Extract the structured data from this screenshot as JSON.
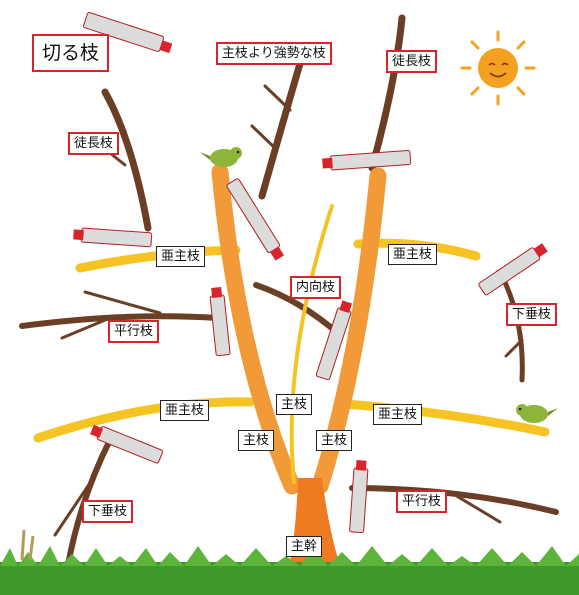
{
  "title": "切る枝",
  "labels": {
    "strong_branch": "主枝より強勢な枝",
    "water_sprout_top": "徒長枝",
    "water_sprout_left": "徒長枝",
    "sub_main_left_top": "亜主枝",
    "sub_main_right_top": "亜主枝",
    "sub_main_left_bottom": "亜主枝",
    "sub_main_right_bottom": "亜主枝",
    "inward_branch": "内向枝",
    "parallel_left": "平行枝",
    "parallel_right": "平行枝",
    "hanging_right": "下垂枝",
    "hanging_left": "下垂枝",
    "main_center": "主枝",
    "main_left": "主枝",
    "main_right": "主枝",
    "trunk": "主幹"
  },
  "legend": {
    "cut_border_color": "#d8252b",
    "keep_border_color": "#222222"
  },
  "colors": {
    "main_branch": "#f29a38",
    "trunk": "#ee7a22",
    "sub_main": "#f5c322",
    "branch": "#6b3f26",
    "grass": "#3f9a2c"
  }
}
